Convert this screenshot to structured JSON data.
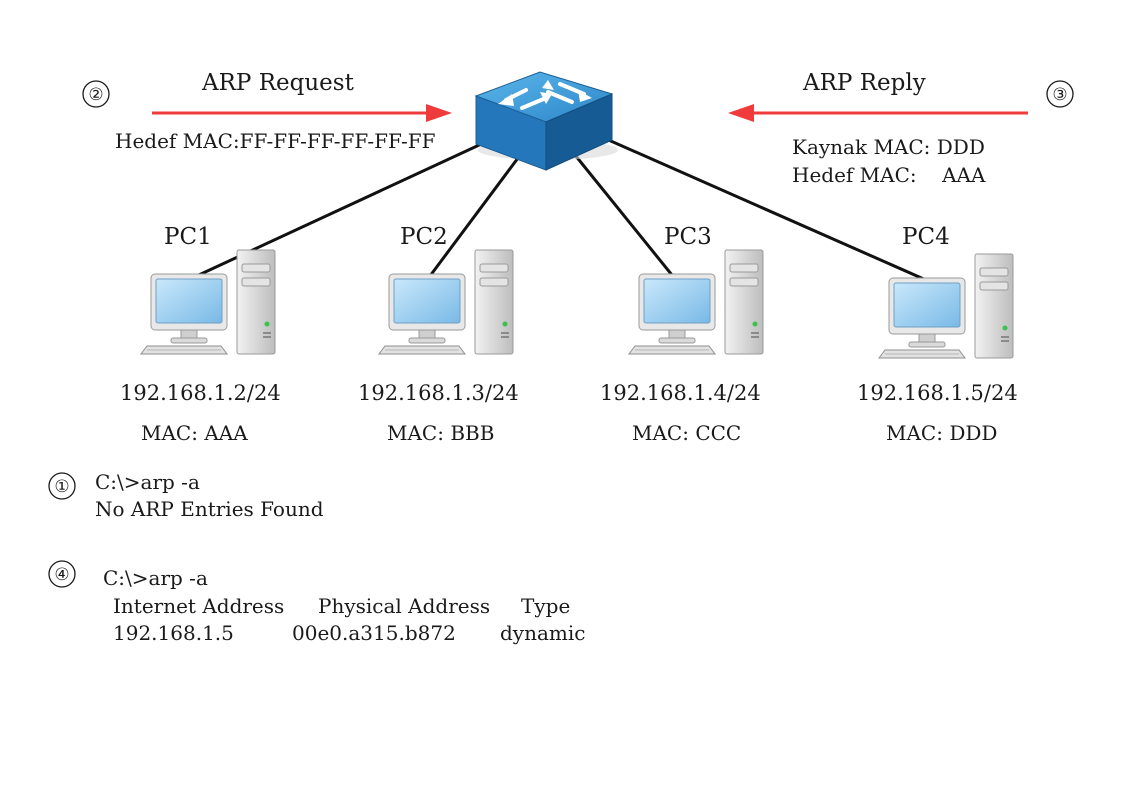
{
  "colors": {
    "arrow": "#ef3b3b",
    "line": "#111111",
    "switch_top": "#3fa0dc",
    "switch_front": "#1f6fae",
    "switch_side": "#165a93",
    "monitor_screen": "#9fd0f0",
    "device_body": "#d9d9d9"
  },
  "step_markers": [
    "②",
    "③",
    "①",
    "④"
  ],
  "request": {
    "title": "ARP Request",
    "detail": "Hedef MAC:FF-FF-FF-FF-FF-FF"
  },
  "reply": {
    "title": "ARP Reply",
    "detail_1": "Kaynak MAC: DDD",
    "detail_2": "Hedef MAC:    AAA"
  },
  "switch": {
    "icon": "network-switch-icon"
  },
  "hosts": [
    {
      "name": "PC1",
      "ip": "192.168.1.2/24",
      "mac": "MAC: AAA"
    },
    {
      "name": "PC2",
      "ip": "192.168.1.3/24",
      "mac": "MAC: BBB"
    },
    {
      "name": "PC3",
      "ip": "192.168.1.4/24",
      "mac": "MAC: CCC"
    },
    {
      "name": "PC4",
      "ip": "192.168.1.5/24",
      "mac": "MAC: DDD"
    }
  ],
  "cmd1": {
    "command": "C:\\>arp -a",
    "output": "No ARP Entries Found"
  },
  "cmd4": {
    "command": "C:\\>arp -a",
    "headers": [
      "Internet Address",
      "Physical Address",
      "Type"
    ],
    "row": [
      "192.168.1.5",
      "00e0.a315.b872",
      "dynamic"
    ]
  }
}
